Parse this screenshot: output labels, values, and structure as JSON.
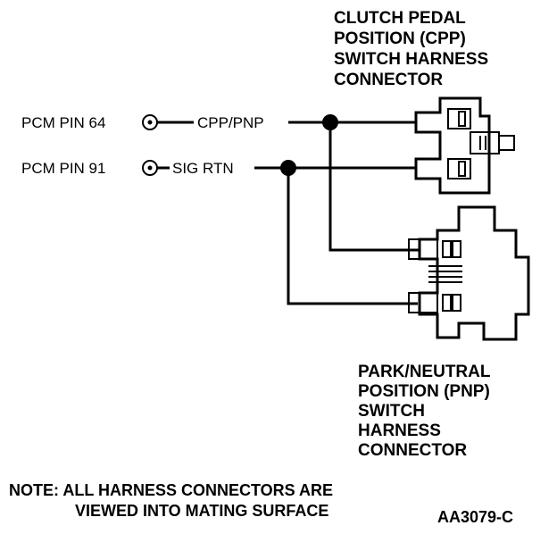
{
  "cpp_connector": {
    "line1": "CLUTCH PEDAL",
    "line2": "POSITION (CPP)",
    "line3": "SWITCH HARNESS",
    "line4": "CONNECTOR"
  },
  "pnp_connector": {
    "line1": "PARK/NEUTRAL",
    "line2": "POSITION (PNP)",
    "line3": "SWITCH",
    "line4": "HARNESS",
    "line5": "CONNECTOR"
  },
  "pins": [
    {
      "label": "PCM PIN 64",
      "circuit": "CPP/PNP"
    },
    {
      "label": "PCM PIN 91",
      "circuit": "SIG RTN"
    }
  ],
  "note": {
    "line1": "NOTE: ALL HARNESS CONNECTORS ARE",
    "line2": "VIEWED INTO MATING SURFACE"
  },
  "figure_id": "AA3079-C"
}
